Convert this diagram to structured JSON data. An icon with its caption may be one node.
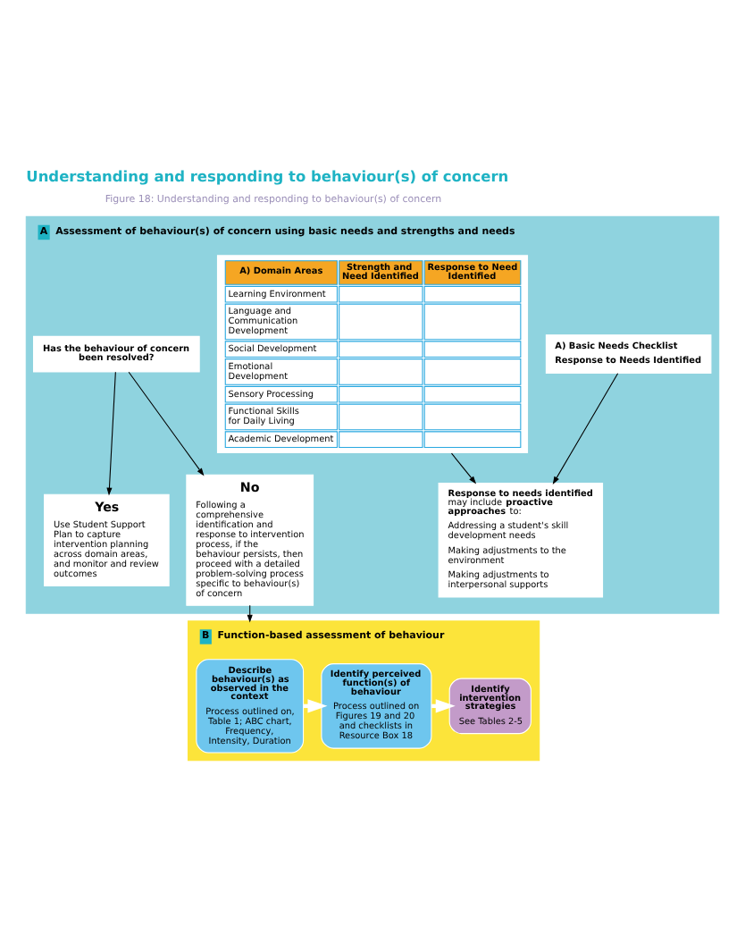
{
  "diagram": {
    "title": "Understanding and responding to behaviour(s) of concern",
    "caption": "Figure 18: Understanding and responding to behaviour(s) of concern",
    "nodes": [
      {
        "text": [
          "A",
          "Assessment of behaviour(s) of concern using basic needs and strengths and needs"
        ]
      },
      {
        "text": [
          "A) Basic Needs Checklist",
          "Response to Needs Identified"
        ],
        "in": 0
      },
      {
        "text": [
          "A) Domain Areas",
          "Strength and Need Identified",
          "Response to Need Identified",
          "Learning Environment",
          "Language and Communication Development",
          "Social Development",
          "Emotional Development",
          "Sensory Processing",
          "Functional Skills for Daily Living",
          "Academic Development"
        ],
        "in": 0
      },
      {
        "text": [
          "**Response to needs identified** may include **proactive approaches** to:",
          "Addressing a student's skill development needs",
          "Making adjustments to the environment",
          "Making adjustments to interpersonal supports"
        ],
        "in": 0
      },
      {
        "text": [
          "Has the behaviour of concern been resolved?"
        ],
        "in": 0
      },
      {
        "text": [
          "Yes",
          "Use Student Support Plan to capture intervention planning across domain areas, and monitor and review outcomes"
        ],
        "in": 0
      },
      {
        "text": [
          "No",
          "Following a comprehensive identification and response to intervention process, if the behaviour persists, then proceed with a detailed problem-solving process specific to behaviour(s) of concern"
        ],
        "in": 0
      },
      {
        "text": [
          "B",
          "Function-based assessment of behaviour"
        ]
      },
      {
        "text": [
          "Describe behaviour(s) as observed in the context",
          "Process outlined on, Table 1; ABC chart, Frequency, Intensity, Duration"
        ],
        "in": 7
      },
      {
        "text": [
          "Identify perceived function(s) of behaviour",
          "Process outlined on Figures 19 and 20 and checklists in Resource Box 18"
        ],
        "in": 7
      },
      {
        "text": [
          "Identify intervention strategies",
          "See Tables 2-5"
        ],
        "in": 7
      }
    ],
    "edges": [
      {
        "from": 1,
        "to": 3,
        "arrow": "to"
      },
      {
        "from": 2,
        "to": 3,
        "arrow": "to"
      },
      {
        "from": 4,
        "to": 5,
        "arrow": "to"
      },
      {
        "from": 4,
        "to": 6,
        "arrow": "to"
      },
      {
        "from": 6,
        "to": 7,
        "arrow": "to"
      },
      {
        "from": 8,
        "to": 9,
        "arrow": "to",
        "style": "thick",
        "color": "#ffffff"
      },
      {
        "from": 9,
        "to": 10,
        "arrow": "to",
        "style": "thick",
        "color": "#ffffff"
      }
    ]
  }
}
